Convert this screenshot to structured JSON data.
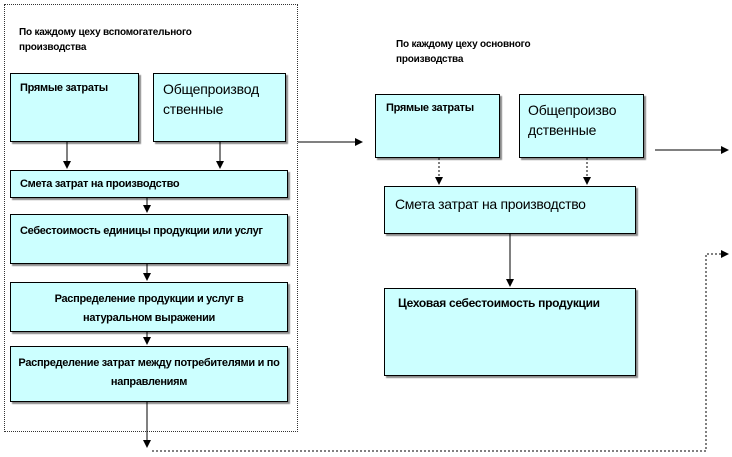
{
  "aux": {
    "caption": "По каждому цеху вспомогательного производства",
    "direct_costs": "Прямые затраты",
    "overhead": "Общепроизвод ственные",
    "estimate": "Смета затрат на производство",
    "unit_cost": "Себестоимость единицы продукции или услуг",
    "distribution_natural": "Распределение продукции и услуг в натуральном выражении",
    "distribution_costs": "Распределение затрат между потребителями и по направлениям"
  },
  "main": {
    "caption": "По каждому цеху основного производства",
    "direct_costs": "Прямые затраты",
    "overhead": "Общепроизво дственные",
    "estimate": "Смета затрат на производство",
    "shop_cost": "Цеховая себестоимость продукции"
  }
}
